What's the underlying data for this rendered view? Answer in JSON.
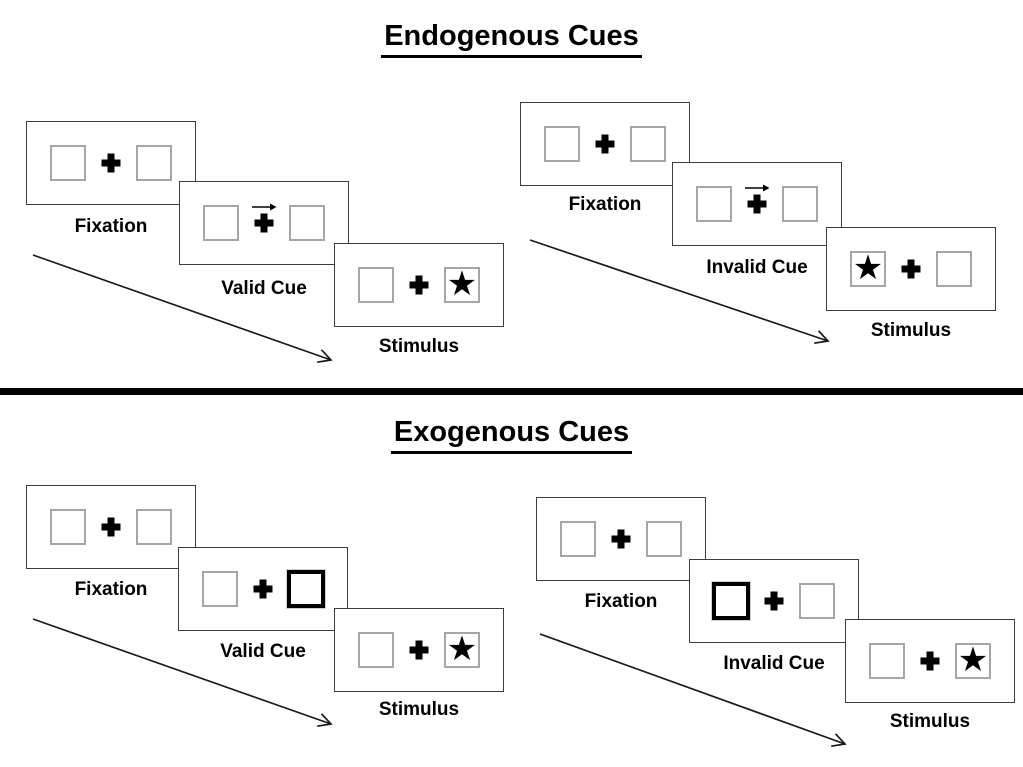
{
  "diagram": {
    "sections": [
      {
        "title": "Endogenous Cues",
        "groups": [
          {
            "name": "valid-trial",
            "frames": [
              "Fixation",
              "Valid Cue",
              "Stimulus"
            ],
            "cue_type": "central-arrow",
            "target_side": "right"
          },
          {
            "name": "invalid-trial",
            "frames": [
              "Fixation",
              "Invalid Cue",
              "Stimulus"
            ],
            "cue_type": "central-arrow",
            "target_side": "left"
          }
        ]
      },
      {
        "title": "Exogenous Cues",
        "groups": [
          {
            "name": "valid-trial",
            "frames": [
              "Fixation",
              "Valid Cue",
              "Stimulus"
            ],
            "cue_type": "peripheral-box-right",
            "target_side": "right"
          },
          {
            "name": "invalid-trial",
            "frames": [
              "Fixation",
              "Invalid Cue",
              "Stimulus"
            ],
            "cue_type": "peripheral-box-left",
            "target_side": "right"
          }
        ]
      }
    ],
    "icons": {
      "star": "★",
      "fixation_cross": "plus-cross",
      "cue_arrow": "right-arrow",
      "timeline_arrow": "diagonal-arrow"
    },
    "colors": {
      "background": "#ffffff",
      "panel_border": "#3d3d3d",
      "box_border": "#a6a6a6",
      "bold_box_border": "#000000",
      "text": "#000000",
      "divider": "#000000"
    }
  }
}
